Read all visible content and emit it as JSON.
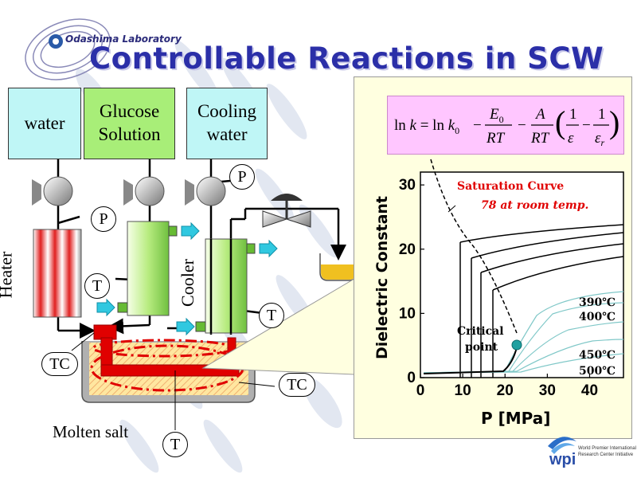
{
  "title": "Controllable Reactions in SCW",
  "logo": {
    "lab_name": "Odashima Laboratory"
  },
  "boxes": {
    "water": "water",
    "glucose_line1": "Glucose",
    "glucose_line2": "Solution",
    "cooling_line1": "Cooling",
    "cooling_line2": "water"
  },
  "labels": {
    "heater": "Heater",
    "cooler": "Cooler",
    "molten_salt": "Molten salt",
    "P": "P",
    "T": "T",
    "TC": "TC"
  },
  "chart": {
    "ylabel": "Dielectric Constant",
    "xlabel": "P [MPa]",
    "x_ticks": [
      "0",
      "10",
      "20",
      "30",
      "40"
    ],
    "y_ticks": [
      "0",
      "10",
      "20",
      "30"
    ],
    "saturation_line1": "Saturation Curve",
    "saturation_line2": "78 at room temp.",
    "critical_line1": "Critical",
    "critical_line2": "point",
    "temp_labels": [
      "390℃",
      "400℃",
      "450℃",
      "500℃"
    ]
  },
  "footer": {
    "wpi": "wpi",
    "wpi_line1": "World Premier International",
    "wpi_line2": "Research Center Initiative"
  },
  "colors": {
    "title": "#2b2fa8",
    "water_box": "#bff6f6",
    "glucose_box": "#a8ee78",
    "panel": "#ffffe0",
    "formula_box": "#ffc6ff",
    "hot_red": "#e00000",
    "red_label": "#e00000",
    "critical_point": "#20a0a0"
  }
}
